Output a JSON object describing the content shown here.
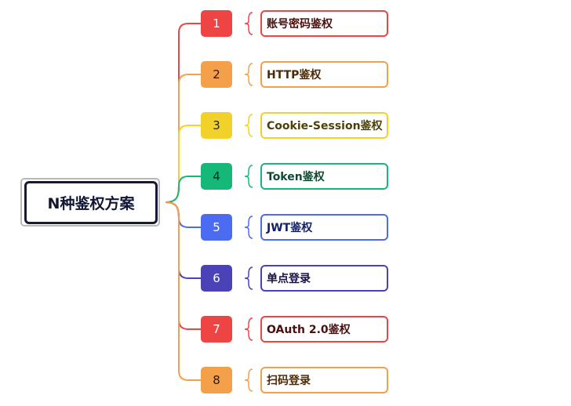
{
  "root": {
    "label": "N种鉴权方案"
  },
  "items": [
    {
      "number": "1",
      "label": "账号密码鉴权",
      "color": "#ef4444",
      "number_text_color": "#ffffff",
      "label_text_color": "#4a0f0f"
    },
    {
      "number": "2",
      "label": "HTTP鉴权",
      "color": "#f4a04a",
      "number_text_color": "#2b1a05",
      "label_text_color": "#4a2a07"
    },
    {
      "number": "3",
      "label": "Cookie-Session鉴权",
      "color": "#f2d22a",
      "number_text_color": "#2b2605",
      "label_text_color": "#4a420a"
    },
    {
      "number": "4",
      "label": "Token鉴权",
      "color": "#16b879",
      "number_text_color": "#05291b",
      "label_text_color": "#0c4a31"
    },
    {
      "number": "5",
      "label": "JWT鉴权",
      "color": "#4b6bf2",
      "number_text_color": "#ffffff",
      "label_text_color": "#10206a"
    },
    {
      "number": "6",
      "label": "单点登录",
      "color": "#4a42b6",
      "number_text_color": "#ffffff",
      "label_text_color": "#16123f"
    },
    {
      "number": "7",
      "label": "OAuth 2.0鉴权",
      "color": "#ef4444",
      "number_text_color": "#ffffff",
      "label_text_color": "#4a0f0f"
    },
    {
      "number": "8",
      "label": "扫码登录",
      "color": "#f4a04a",
      "number_text_color": "#2b1a05",
      "label_text_color": "#4a2a07"
    }
  ]
}
